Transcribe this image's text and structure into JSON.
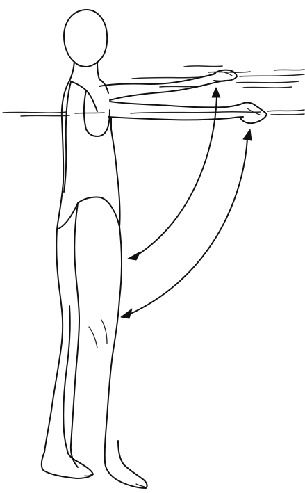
{
  "illustration": {
    "colors": {
      "ink": "#111111",
      "background": "#ffffff"
    },
    "arrows": [
      {
        "name": "upper-arc-arrow",
        "direction": "double-headed"
      },
      {
        "name": "lower-arc-arrow",
        "direction": "double-headed"
      }
    ]
  }
}
